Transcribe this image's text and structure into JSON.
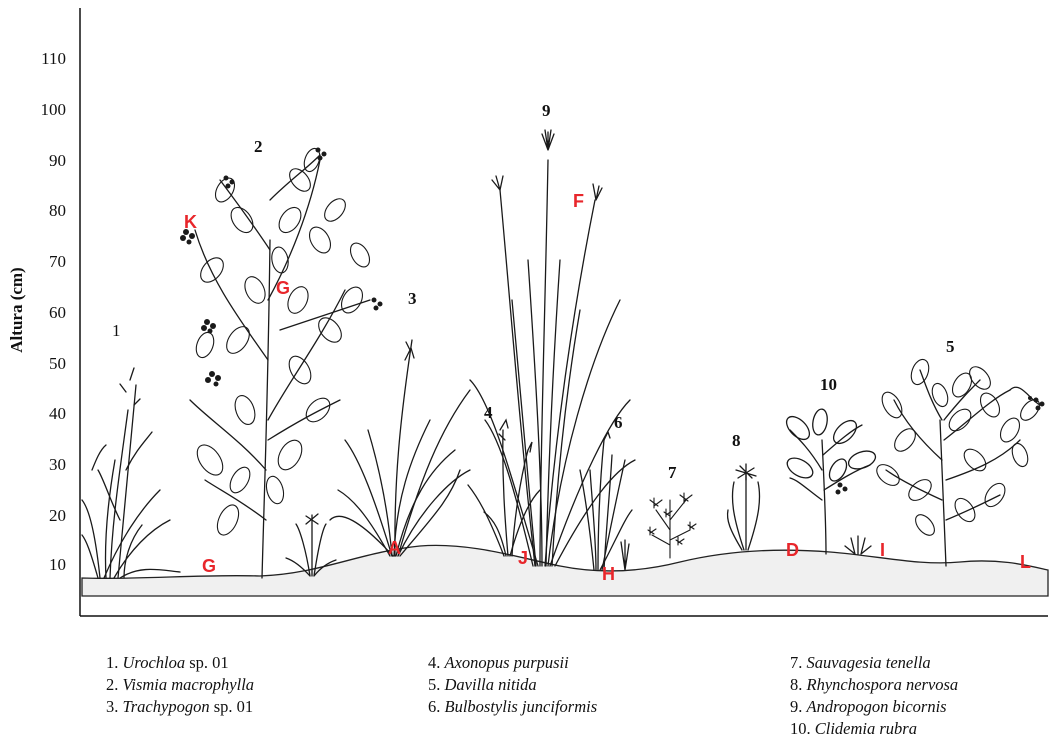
{
  "y_axis": {
    "label": "Altura (cm)",
    "ticks": [
      "10",
      "20",
      "30",
      "40",
      "50",
      "60",
      "70",
      "80",
      "90",
      "100",
      "110"
    ]
  },
  "plant_numbers": [
    "1",
    "2",
    "3",
    "4",
    "5",
    "6",
    "7",
    "8",
    "9",
    "10"
  ],
  "site_labels": [
    "K",
    "G",
    "G",
    "A",
    "J",
    "H",
    "F",
    "D",
    "I",
    "L"
  ],
  "legend": [
    {
      "num": "1.",
      "genus": "Urochloa",
      "rest": " sp. 01"
    },
    {
      "num": "2.",
      "genus": "Vismia macrophylla",
      "rest": ""
    },
    {
      "num": "3.",
      "genus": "Trachypogon",
      "rest": " sp. 01"
    },
    {
      "num": "4.",
      "genus": "Axonopus purpusii",
      "rest": ""
    },
    {
      "num": "5.",
      "genus": "Davilla nitida",
      "rest": ""
    },
    {
      "num": "6.",
      "genus": "Bulbostylis junciformis",
      "rest": ""
    },
    {
      "num": "7.",
      "genus": "Sauvagesia tenella",
      "rest": ""
    },
    {
      "num": "8.",
      "genus": "Rhynchospora nervosa",
      "rest": ""
    },
    {
      "num": "9.",
      "genus": "Andropogon bicornis",
      "rest": ""
    },
    {
      "num": "10.",
      "genus": "Clidemia rubra",
      "rest": ""
    }
  ],
  "colors": {
    "site_label": "#e8262b",
    "ink": "#111111",
    "ground": "#f0f0f0"
  }
}
